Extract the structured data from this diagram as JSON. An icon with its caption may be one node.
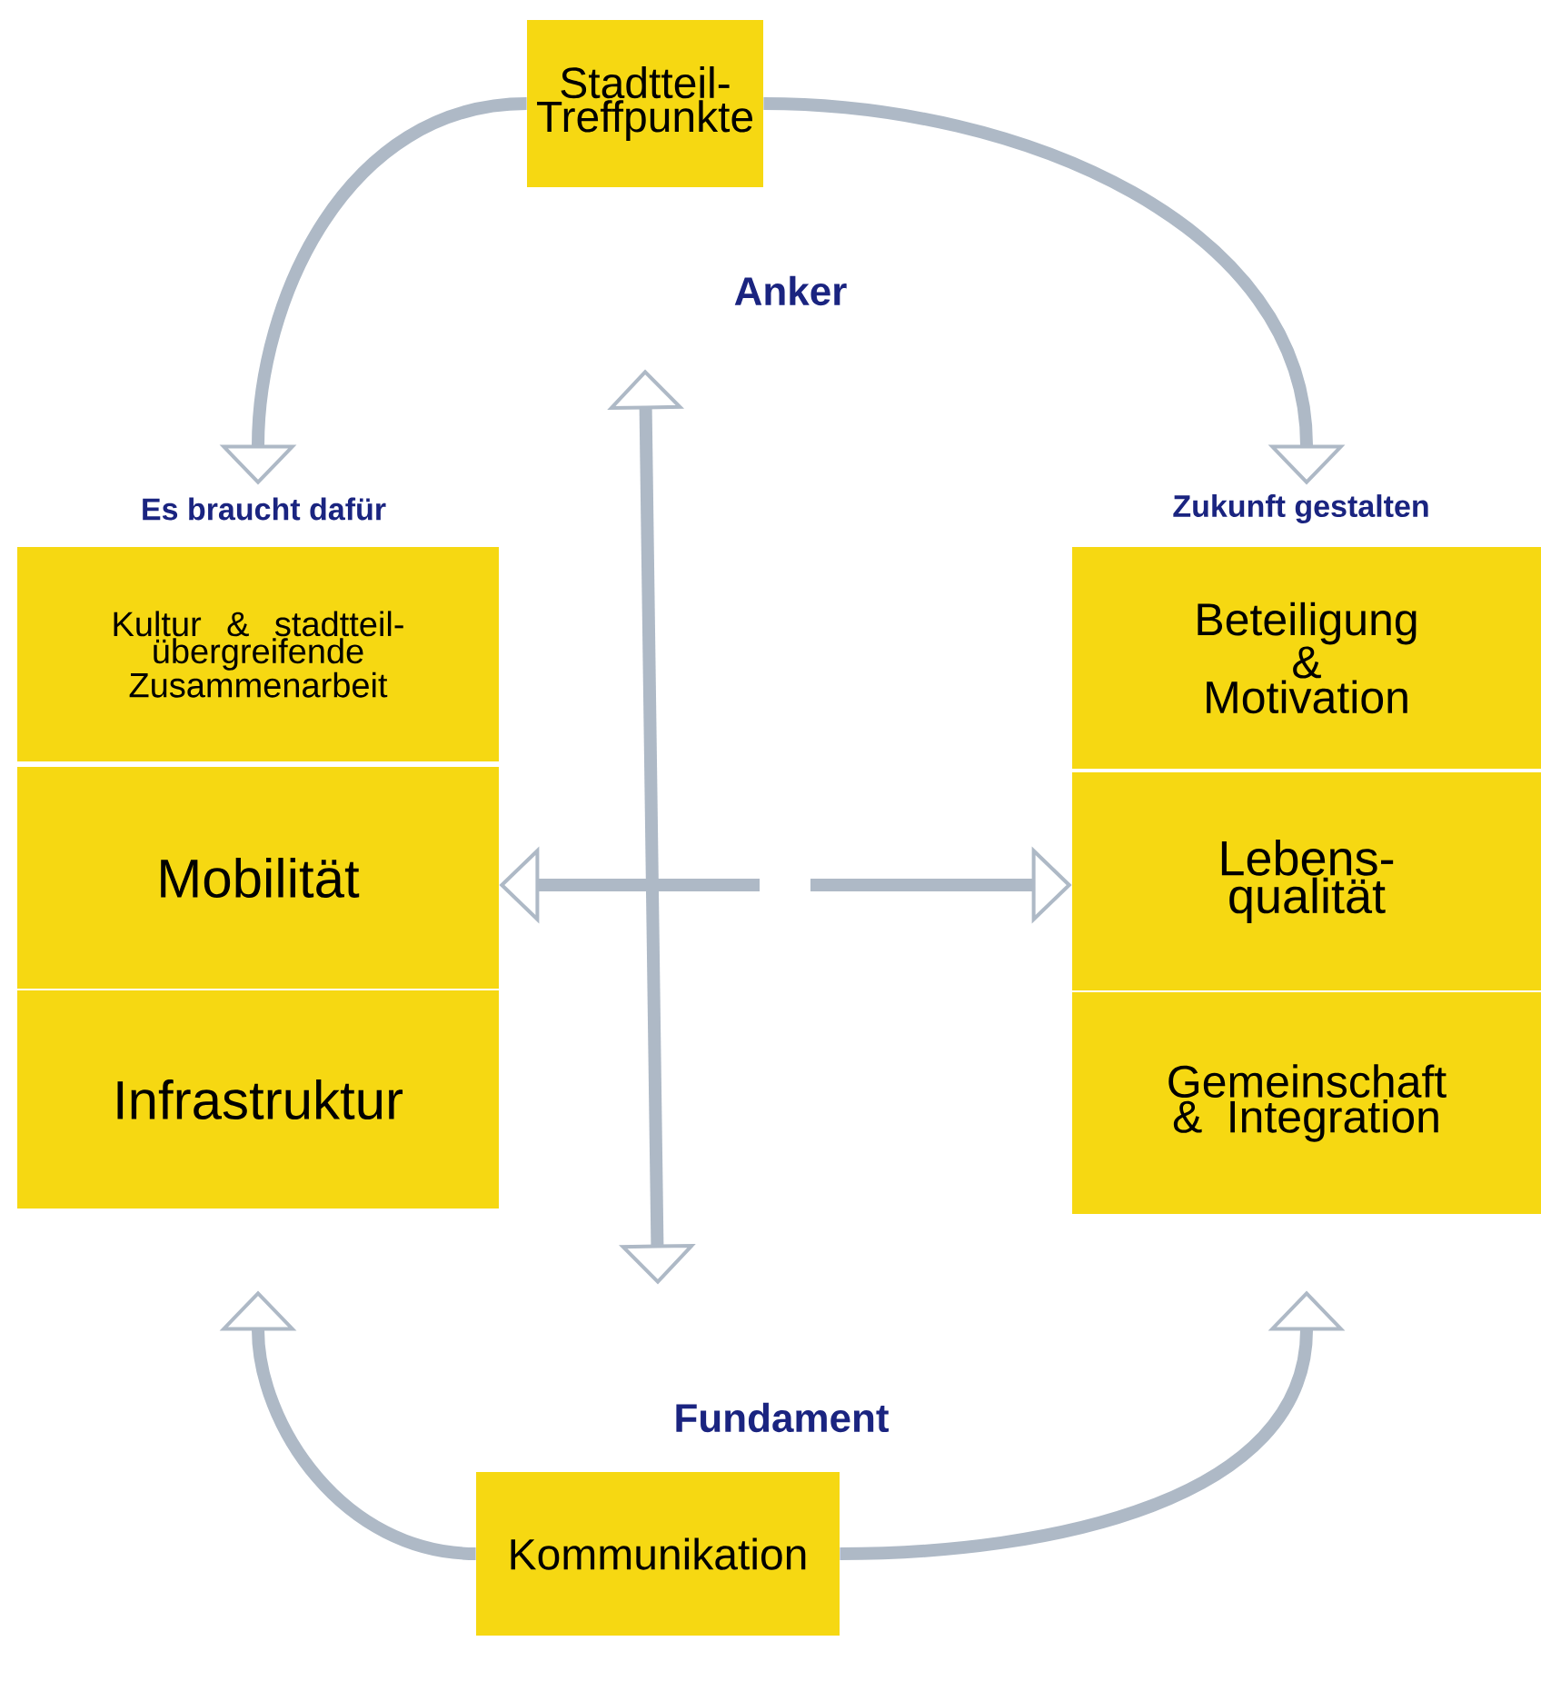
{
  "diagram": {
    "nodes": [
      {
        "text": [
          "Stadtteil- Treffpunkte"
        ],
        "beside": [
          "Anker"
        ]
      },
      {
        "text": [
          "Kultur & stadtteil- übergreifende Zusammenarbeit"
        ],
        "beside": [
          "Es braucht dafür"
        ]
      },
      {
        "text": [
          "Mobilität"
        ]
      },
      {
        "text": [
          "Infrastruktur"
        ]
      },
      {
        "text": [
          "Beteiligung & Motivation"
        ],
        "beside": [
          "Zukunft gestalten"
        ]
      },
      {
        "text": [
          "Lebens- qualität"
        ]
      },
      {
        "text": [
          "Gemeinschaft & Integration"
        ]
      },
      {
        "text": [
          "Kommunikation"
        ],
        "beside": [
          "Fundament"
        ]
      }
    ],
    "edges": [
      {
        "from": 0,
        "to": 1,
        "arrow": "to"
      },
      {
        "from": 0,
        "to": 4,
        "arrow": "to"
      },
      {
        "from": 7,
        "to": 3,
        "arrow": "to"
      },
      {
        "from": 7,
        "to": 6,
        "arrow": "to"
      },
      {
        "from": 7,
        "to": 0,
        "arrow": "both"
      },
      {
        "from": null,
        "to": 2,
        "arrow": "to"
      },
      {
        "from": null,
        "to": 5,
        "arrow": "to"
      }
    ]
  }
}
